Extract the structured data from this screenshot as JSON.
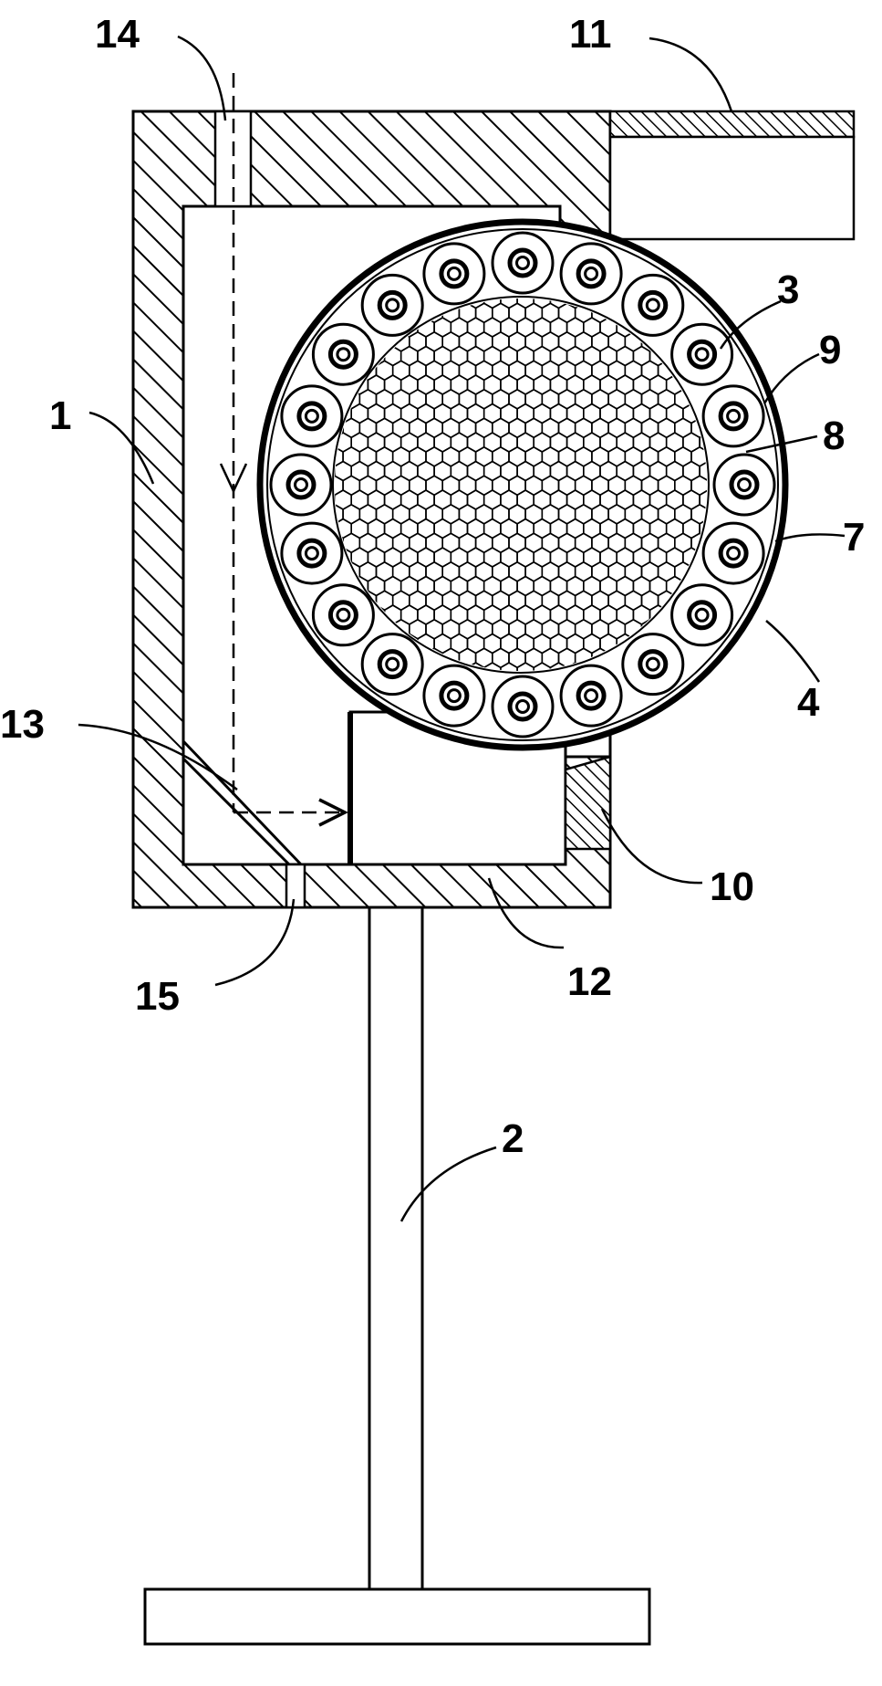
{
  "labels": {
    "l1": "1",
    "l2": "2",
    "l3": "3",
    "l4": "4",
    "l7": "7",
    "l8": "8",
    "l9": "9",
    "l10": "10",
    "l11": "11",
    "l12": "12",
    "l13": "13",
    "l14": "14",
    "l15": "15"
  },
  "colors": {
    "line": "#000000",
    "background": "#ffffff"
  }
}
